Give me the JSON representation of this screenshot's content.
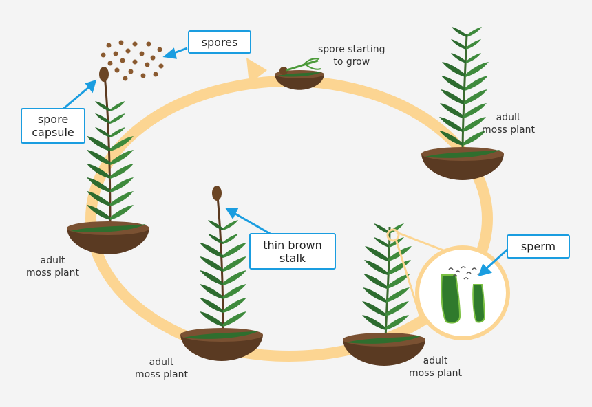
{
  "labels": {
    "spore_starting": [
      "spore starting",
      "to grow"
    ],
    "adult_top_right": [
      "adult",
      "moss plant"
    ],
    "adult_left": [
      "adult",
      "moss plant"
    ],
    "adult_bottom_middle": [
      "adult",
      "moss plant"
    ],
    "adult_bottom_right": [
      "adult",
      "moss plant"
    ]
  },
  "callouts": {
    "spores": [
      "spores"
    ],
    "spore_capsule": [
      "spore",
      "capsule"
    ],
    "thin_brown_stalk": [
      "thin brown",
      "stalk"
    ],
    "sperm": [
      "sperm"
    ]
  },
  "colors": {
    "background": "#f4f4f4",
    "cycle_ring": "#fcd592",
    "callout_border": "#1a9de0",
    "callout_arrow": "#1a9de0",
    "soil": "#5a3a22",
    "plant_leaf": "#2d6b2f",
    "capsule": "#6b4524",
    "spore_dots": "#8a5a30",
    "magnifier": "#fcd592"
  }
}
